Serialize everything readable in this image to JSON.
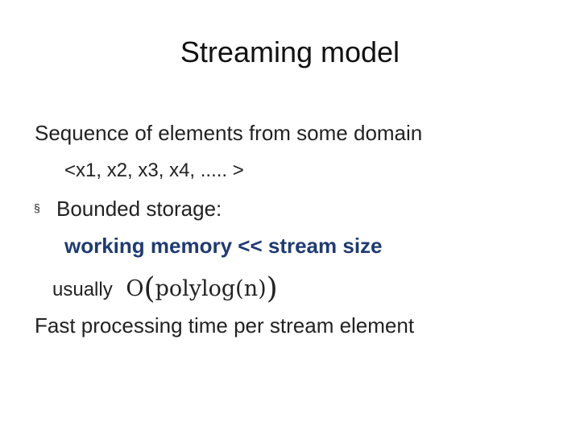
{
  "slide": {
    "title": "Streaming model",
    "lines": {
      "sequence": "Sequence of elements from some domain",
      "elements": "<x1, x2, x3, x4, .....  >",
      "bullet_glyph": "§",
      "bounded_storage": "Bounded storage:",
      "memory": "working memory <<  stream size",
      "usually": "usually",
      "math_big_o": "O",
      "math_paren_open": "(",
      "math_arg": "polylog(n)",
      "math_paren_close": ")",
      "fast": "Fast processing time per stream element"
    },
    "colors": {
      "text": "#222222",
      "emphasis": "#1f3b73",
      "background": "#ffffff"
    }
  }
}
